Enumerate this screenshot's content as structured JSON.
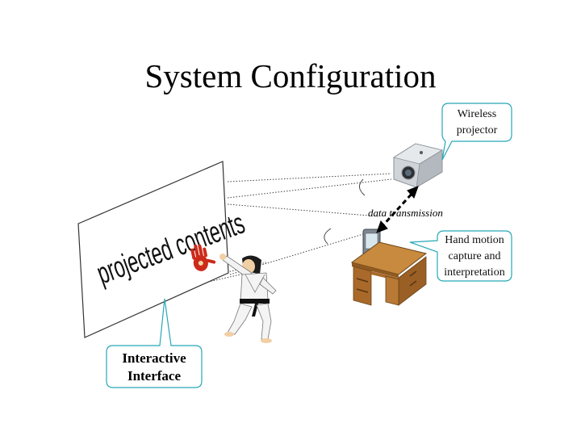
{
  "title": "System Configuration",
  "screen": {
    "text": "projected contents"
  },
  "callouts": {
    "projector": {
      "line1": "Wireless",
      "line2": "projector"
    },
    "hand_motion": {
      "line1": "Hand motion",
      "line2": "capture and",
      "line3": "interpretation"
    },
    "interactive": {
      "line1": "Interactive",
      "line2": "Interface"
    }
  },
  "data_transmission_label": "data transmission",
  "icons": [
    "projector-icon",
    "pda-icon",
    "desk-icon",
    "hand-icon",
    "person-figure"
  ],
  "colors": {
    "callout_border": "#27a8b6",
    "hand": "#cc2a1a",
    "desk": "#a8692a",
    "beam_line": "#555555"
  }
}
